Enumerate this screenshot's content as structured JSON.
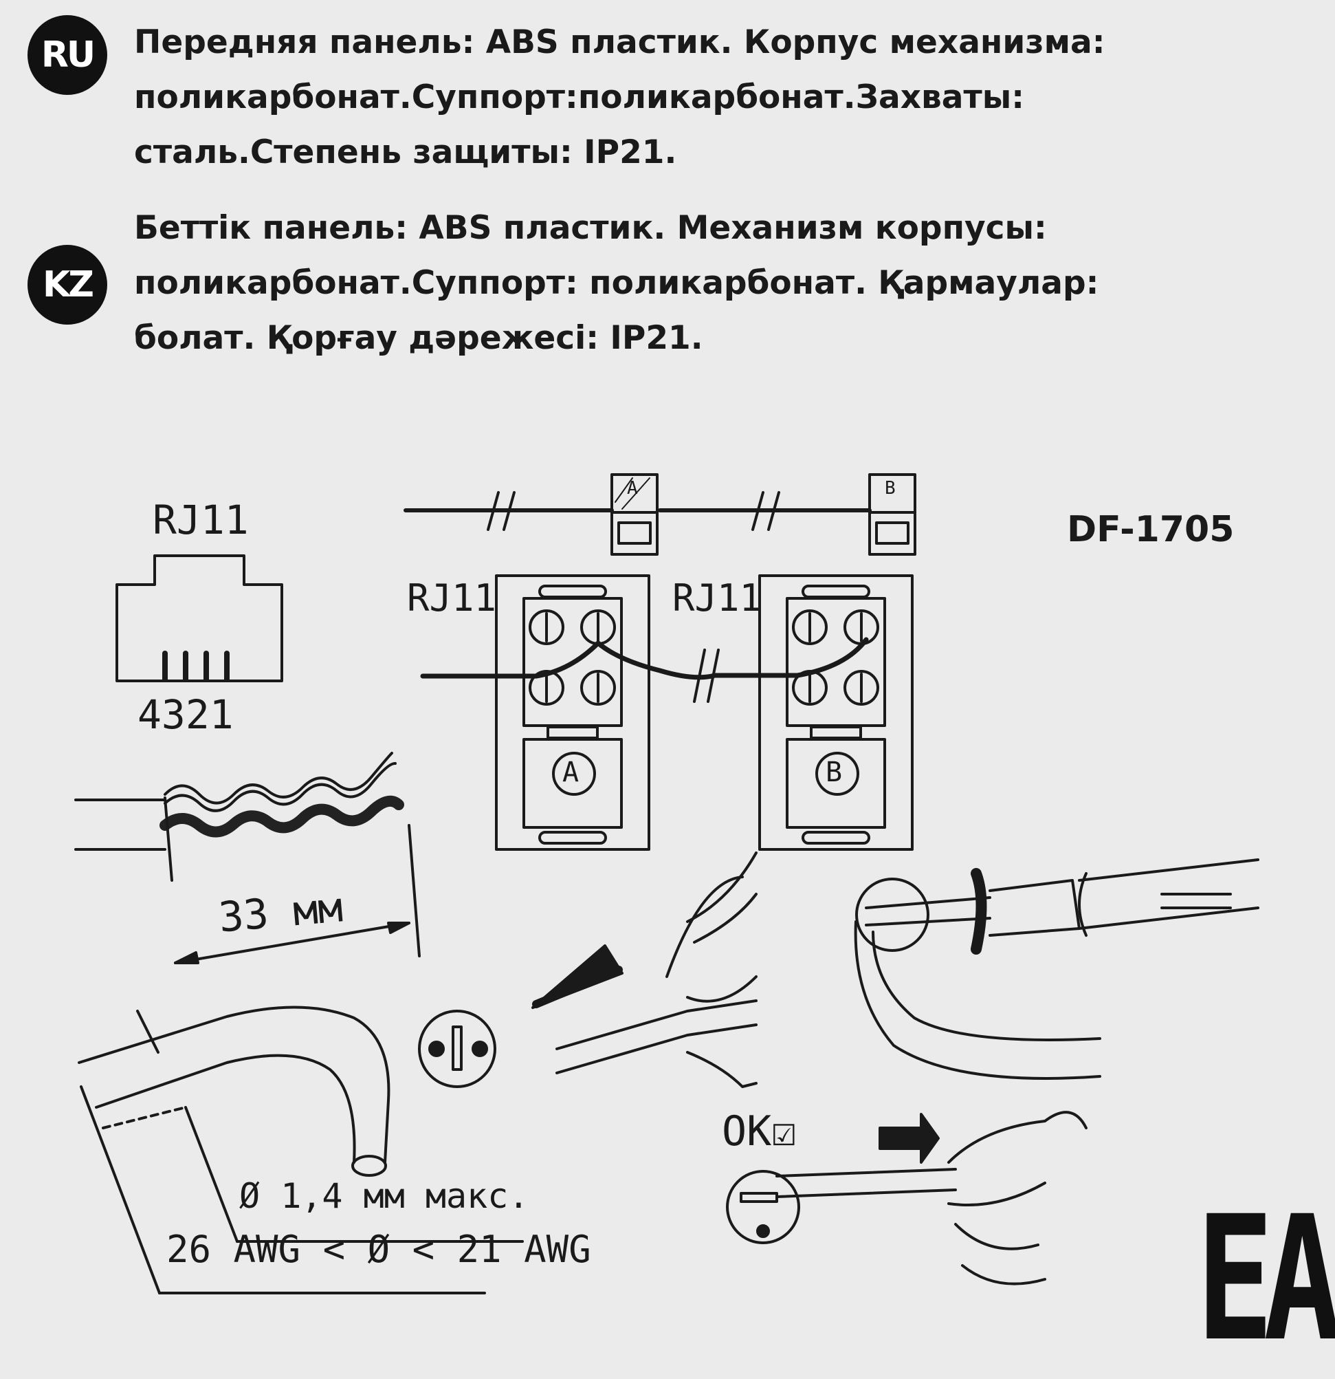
{
  "ru": {
    "badge": "RU",
    "lines": [
      "Передняя панель: ABS пластик. Корпус механизма:",
      "поликарбонат.Суппорт:поликарбонат.Захваты:",
      "сталь.Степень защиты: IP21."
    ]
  },
  "kz": {
    "badge": "KZ",
    "lines": [
      "Беттік панель: ABS пластик. Механизм корпусы:",
      "поликарбонат.Суппорт: поликарбонат. Қармаулар:",
      "болат. Қорғау дәрежесі: IP21."
    ]
  },
  "model": "DF-1705",
  "diagram": {
    "rj11_left": "RJ11",
    "pins": "4321",
    "rj11_a": "RJ11",
    "rj11_b": "RJ11",
    "socket_a": "A",
    "socket_b": "B",
    "box_a": "A",
    "box_b": "B",
    "strip_length": "33 мм",
    "diameter": "Ø 1,4 мм макс.",
    "awg_range": "26 AWG < Ø < 21 AWG",
    "ok_label": "OK☑"
  },
  "mark": "EAC"
}
